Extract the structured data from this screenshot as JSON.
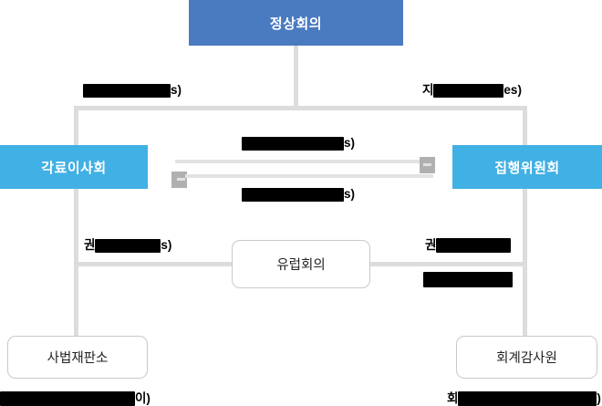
{
  "diagram": {
    "title_visible": false,
    "colors": {
      "summit_fill": "#4a7ac0",
      "institution_fill": "#41b0e4",
      "connector": "#dcdcdc",
      "arrow_bar": "#e2e2e2",
      "arrow_head": "#b0b0b0",
      "round_box_border": "#c9c9c9",
      "round_box_fill": "#ffffff",
      "text_on_fill": "#ffffff",
      "text_dark": "#222222",
      "redaction": "#000000"
    },
    "nodes": {
      "summit": {
        "label": "정상회의"
      },
      "council_of_ministers": {
        "label": "각료이사회"
      },
      "commission": {
        "label": "집행위원회"
      },
      "european_parliament": {
        "label": "유럽회의"
      },
      "court_of_justice": {
        "label": "사법재판소"
      },
      "court_of_auditors": {
        "label": "회계감사원"
      }
    },
    "edge_labels": {
      "summit_to_council": {
        "prefix": "",
        "redacted": true,
        "suffix": "s)"
      },
      "summit_to_commission": {
        "prefix": "지",
        "redacted": true,
        "suffix": "es)"
      },
      "council_to_commission_top": {
        "prefix": "",
        "redacted": true,
        "suffix": "s)"
      },
      "commission_to_council_bottom": {
        "prefix": "",
        "redacted": true,
        "suffix": "s)"
      },
      "council_to_parliament": {
        "prefix": "권",
        "redacted": true,
        "suffix": "s)"
      },
      "commission_to_parliament_upper": {
        "prefix": "권",
        "redacted": true,
        "suffix": ""
      },
      "commission_to_parliament_lower": {
        "prefix": "",
        "redacted": true,
        "suffix": ""
      }
    },
    "captions": {
      "court_of_justice_caption": {
        "prefix": "",
        "redacted": true,
        "suffix": "이)"
      },
      "court_of_auditors_caption": {
        "prefix": "회",
        "redacted": true,
        "suffix": ")"
      }
    },
    "arrows": {
      "top_arrow": {
        "direction": "right",
        "name": "council-to-commission-arrow"
      },
      "bottom_arrow": {
        "direction": "left",
        "name": "commission-to-council-arrow"
      }
    }
  }
}
